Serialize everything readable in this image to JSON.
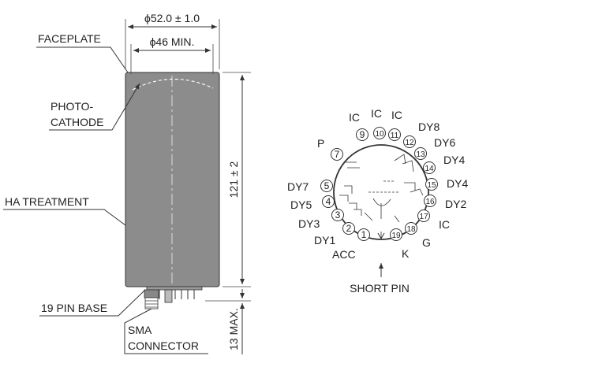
{
  "side_view": {
    "labels": {
      "faceplate": "FACEPLATE",
      "photocathode_line1": "PHOTO-",
      "photocathode_line2": "CATHODE",
      "ha_treatment": "HA TREATMENT",
      "pin_base": "19 PIN BASE",
      "sma_line1": "SMA",
      "sma_line2": "CONNECTOR"
    },
    "dimensions": {
      "outer_diameter": "ϕ52.0 ± 1.0",
      "min_diameter": "ϕ46 MIN.",
      "length": "121 ± 2",
      "base_height": "13 MAX."
    },
    "colors": {
      "body_fill": "#8c8c8c",
      "line": "#333333"
    }
  },
  "base_view": {
    "pin_numbers": [
      "1",
      "2",
      "3",
      "4",
      "5",
      "7",
      "9",
      "10",
      "11",
      "12",
      "13",
      "14",
      "15",
      "16",
      "17",
      "18",
      "19"
    ],
    "pin_names": {
      "acc": "ACC",
      "dy1": "DY1",
      "dy3": "DY3",
      "dy5": "DY5",
      "dy7": "DY7",
      "p": "P",
      "ic_9": "IC",
      "ic_10": "IC",
      "ic_11": "IC",
      "dy8": "DY8",
      "dy6": "DY6",
      "dy4_13": "DY4",
      "dy4_15": "DY4",
      "dy2": "DY2",
      "ic_17": "IC",
      "g": "G",
      "k": "K"
    },
    "short_pin": "SHORT PIN"
  }
}
